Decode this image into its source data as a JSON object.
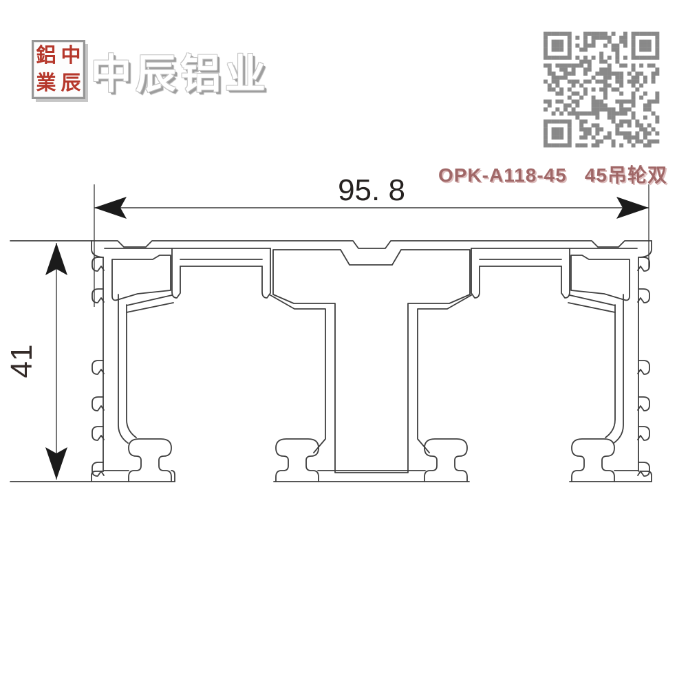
{
  "header": {
    "stamp": {
      "chars": [
        "鋁",
        "中",
        "業",
        "辰"
      ]
    },
    "brand_title": "中辰铝业",
    "product_code": "OPK-A118-45",
    "product_name": "45吊轮双"
  },
  "drawing": {
    "type": "aluminium-profile-cross-section",
    "width_label": "95. 8",
    "width_value": 95.8,
    "height_label": "41",
    "height_value": 41
  },
  "icons": {
    "qr_code": "qr-code",
    "seal": "company-seal"
  },
  "colors": {
    "seal_red": "#b5372b",
    "brand_shadow_gray": "#9c9c9c",
    "product_text": "#a06767",
    "qr_gray": "#898989",
    "profile_line": "#3e3e3e",
    "dimension_line": "#3a3a3a",
    "dimension_text": "#2a2320",
    "background": "#ffffff"
  }
}
